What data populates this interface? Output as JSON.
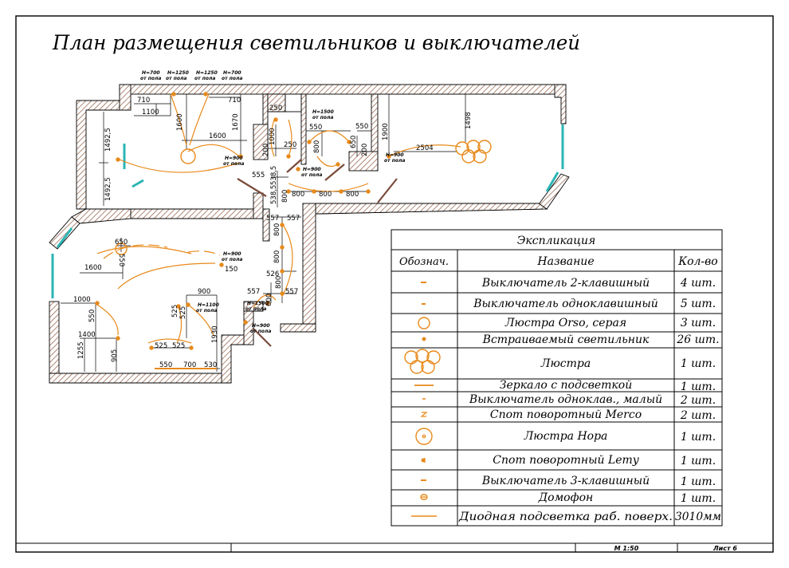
{
  "drawing": {
    "title": "План размещения светильников и выключателей",
    "scale": "М 1:50",
    "sheet": "Лист 6"
  },
  "colors": {
    "orange": "#e8891a",
    "wall_hatch": "#9b6b55",
    "window": "#2bb5b5",
    "door": "#7a4a3a",
    "ink": "#000000"
  },
  "dims": {
    "d710a": "710",
    "d1100": "1100",
    "d1600a": "1600",
    "d1600b": "1600",
    "d1670": "1670",
    "d710b": "710",
    "d1492a": "1492,5",
    "d1492b": "1492,5",
    "d250a": "250",
    "d1000a": "1000",
    "d250b": "250",
    "d200a": "200",
    "d550a": "550",
    "d800a": "800",
    "d650": "650",
    "d200b": "200",
    "d550b": "550",
    "d1900": "1900",
    "d2504": "2504",
    "d1498": "1498",
    "d555": "555",
    "d538a": "538,5",
    "d538b": "538,5",
    "d800b": "800",
    "d800c": "800",
    "d800d": "800",
    "d800e": "800",
    "d557a": "557",
    "d557b": "557",
    "d800f": "800",
    "d800g": "800",
    "d526": "526",
    "d557c": "557",
    "d557d": "557",
    "d800h": "800",
    "d600": "600",
    "d650b": "650",
    "d550c": "550",
    "d1600c": "1600",
    "d150": "150",
    "d1000b": "1000",
    "d550d": "550",
    "d1400": "1400",
    "d1255": "1255",
    "d905": "905",
    "d900": "900",
    "d525a": "525",
    "d525b": "525",
    "d525c": "525",
    "d525d": "525",
    "d1930": "1930",
    "d550e": "550",
    "d700": "700",
    "d530": "530"
  },
  "heights": {
    "h1": "H=700",
    "h1s": "от пола",
    "h2": "H=1250",
    "h2s": "от пола",
    "h3": "H=1250",
    "h3s": "от пола",
    "h4": "H=700",
    "h4s": "от пола",
    "h5": "H=900",
    "h5s": "от пола",
    "h6": "H=1500",
    "h6s": "от пола",
    "h7": "H=900",
    "h7s": "от пола",
    "h8": "H=900",
    "h8s": "от пола",
    "h9": "H=900",
    "h9s": "от пола",
    "h10": "H=1100",
    "h10s": "от пола",
    "h11": "H=1500",
    "h11s": "от пола",
    "h12": "H=900",
    "h12s": "от пола"
  },
  "legend": {
    "title": "Экспликация",
    "col_symbol": "Обознач.",
    "col_name": "Название",
    "col_qty": "Кол-во",
    "rows": [
      {
        "symbol": "switch-2-icon",
        "name": "Выключатель 2-клавишный",
        "qty": "4 шт."
      },
      {
        "symbol": "switch-1-icon",
        "name": "Выключатель одноклавишный",
        "qty": "5 шт."
      },
      {
        "symbol": "orso-chandelier-icon",
        "name": "Люстра Orso, серая",
        "qty": "3 шт."
      },
      {
        "symbol": "recessed-light-icon",
        "name": "Встраиваемый светильник",
        "qty": "26 шт."
      },
      {
        "symbol": "chandelier-icon",
        "name": "Люстра",
        "qty": "1 шт."
      },
      {
        "symbol": "mirror-light-icon",
        "name": "Зеркало с подсветкой",
        "qty": "1 шт."
      },
      {
        "symbol": "switch-small-icon",
        "name": "Выключатель одноклав., малый",
        "qty": "2 шт."
      },
      {
        "symbol": "spot-merco-icon",
        "name": "Спот поворотный Merco",
        "qty": "2 шт."
      },
      {
        "symbol": "nora-chandelier-icon",
        "name": "Люстра Нора",
        "qty": "1 шт."
      },
      {
        "symbol": "spot-lemy-icon",
        "name": "Спот поворотный Lemy",
        "qty": "1 шт."
      },
      {
        "symbol": "switch-3-icon",
        "name": "Выключатель 3-клавишный",
        "qty": "1 шт."
      },
      {
        "symbol": "intercom-icon",
        "name": "Домофон",
        "qty": "1 шт."
      },
      {
        "symbol": "led-strip-icon",
        "name": "Диодная подсветка раб. поверх.",
        "qty": "3010мм"
      }
    ]
  }
}
